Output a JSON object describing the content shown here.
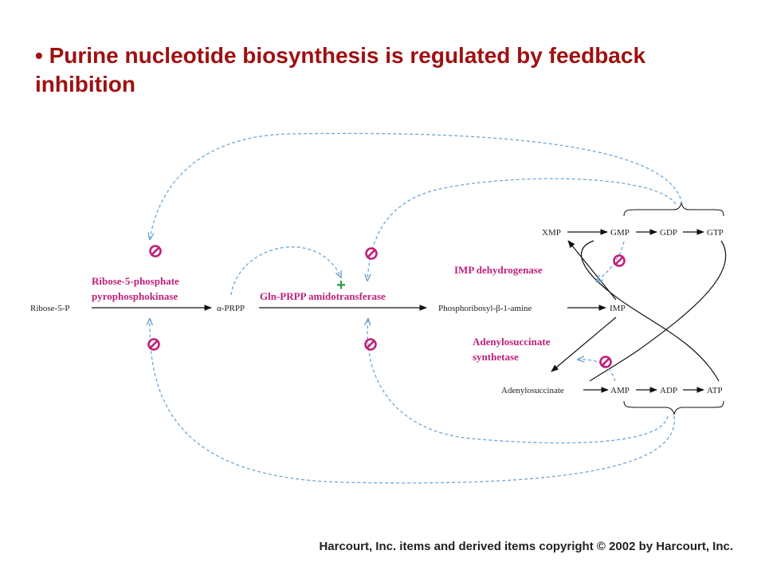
{
  "slide": {
    "bullet": "•",
    "title": "Purine nucleotide biosynthesis is regulated by feedback inhibition",
    "copyright": "Harcourt, Inc. items and derived items copyright © 2002 by Harcourt, Inc."
  },
  "diagram": {
    "metabolites": {
      "ribose5p": "Ribose-5-P",
      "aprpp": "α-PRPP",
      "phosphoribosylamine": "Phosphoribosyl-β-1-amine",
      "imp": "IMP",
      "xmp": "XMP",
      "gmp": "GMP",
      "gdp": "GDP",
      "gtp": "GTP",
      "adenylosuccinate": "Adenylosuccinate",
      "amp": "AMP",
      "adp": "ADP",
      "atp": "ATP"
    },
    "enzymes": {
      "prpp_synthetase_line1": "Ribose-5-phosphate",
      "prpp_synthetase_line2": "pyrophosphokinase",
      "amidotransferase": "Gln-PRPP amidotransferase",
      "imp_dehydrogenase": "IMP dehydrogenase",
      "adenylosuccinate_synthetase_line1": "Adenylosuccinate",
      "adenylosuccinate_synthetase_line2": "synthetase"
    },
    "activation_symbol": "+",
    "colors": {
      "title": "#a01010",
      "enzyme": "#c0207a",
      "feedback": "#6fa6d6",
      "inhibition": "#c0207a",
      "activation": "#2e9a4a"
    }
  }
}
